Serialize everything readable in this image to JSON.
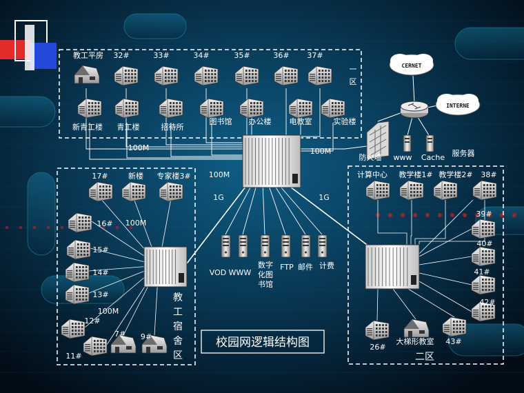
{
  "zone1": {
    "region_label": "一区",
    "top_row": [
      "教工平房",
      "32#",
      "33#",
      "34#",
      "35#",
      "36#",
      "37#"
    ],
    "bottom_row": [
      "新青工楼",
      "青工楼",
      "招待所",
      "图书馆",
      "办公楼",
      "电教室",
      "实验楼"
    ]
  },
  "zone_dorm": {
    "region_label": "教工宿舍区",
    "top": [
      "17#",
      "新楼",
      "专家楼3#"
    ],
    "left": [
      "16#",
      "15#",
      "14#",
      "13#",
      "12#",
      "11#"
    ],
    "bottom": [
      "7#",
      "9#"
    ]
  },
  "zone2": {
    "region_label": "二区",
    "top": [
      "计算中心",
      "教学楼1#",
      "教学楼2#",
      "38#"
    ],
    "right": [
      "39#",
      "40#",
      "41#",
      "42#"
    ],
    "bottom": [
      "26#",
      "大梯形教室",
      "43#"
    ]
  },
  "net": {
    "cernet": "CERNET",
    "internet": "INTERNE",
    "firewall": "防火墙",
    "www": "www",
    "cache": "Cache",
    "servers": "服务器"
  },
  "servers": [
    "VOD",
    "WWW",
    "数字化图书馆",
    "FTP",
    "邮件",
    "计费"
  ],
  "links": {
    "l100m_a": "100M",
    "l100m_b": "100M",
    "l100m_c": "100M",
    "l100m_d": "100M",
    "l100m_e": "100M",
    "l1g_a": "1G",
    "l1g_b": "1G"
  },
  "title": "校园网逻辑结构图",
  "colors": {
    "background": "#04121f",
    "accent": "#1aa0c8",
    "line": "#ffffff"
  }
}
